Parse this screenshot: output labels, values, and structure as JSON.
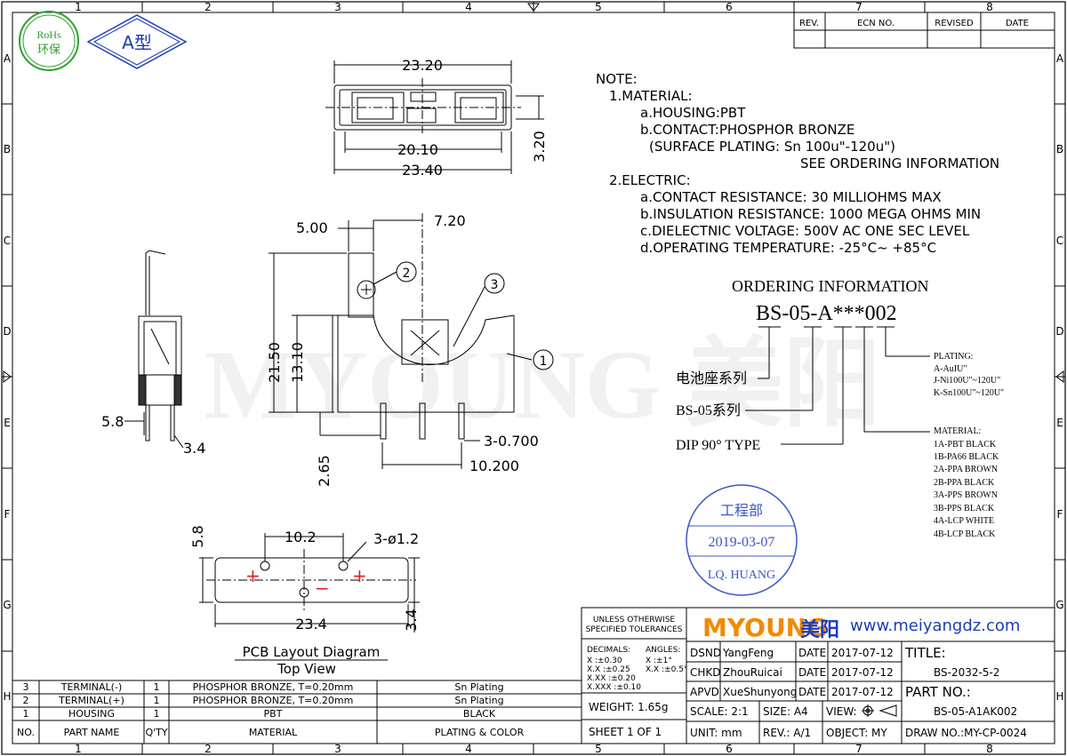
{
  "border": {
    "columns": [
      "1",
      "2",
      "3",
      "4",
      "5",
      "6",
      "7",
      "8"
    ],
    "rows": [
      "A",
      "B",
      "C",
      "D",
      "E",
      "F",
      "G",
      "H"
    ]
  },
  "badges": {
    "rohs_line1": "RoHs",
    "rohs_line2": "环保",
    "type": "A型"
  },
  "revision_table": {
    "headers": [
      "REV.",
      "ECN NO.",
      "REVISED",
      "DATE"
    ]
  },
  "top_view_dims": {
    "overall_top": "23.20",
    "inner": "20.10",
    "overall_bottom": "23.40",
    "height": "3.20"
  },
  "front_view_dims": {
    "d500": "5.00",
    "d720": "7.20",
    "d2150": "21.50",
    "d1310": "13.10",
    "d265": "2.65",
    "pins": "3-0.700",
    "d10200": "10.200"
  },
  "callouts": [
    "1",
    "2",
    "3"
  ],
  "side_view_dims": {
    "d58": "5.8",
    "d34": "3.4"
  },
  "pcb_dims": {
    "d102": "10.2",
    "holes": "3-ø1.2",
    "d58": "5.8",
    "d234": "23.4",
    "d34": "3.4",
    "plus1": "+",
    "minus": "−",
    "plus2": "+"
  },
  "pcb_caption": {
    "title": "PCB Layout Diagram",
    "subtitle": "Top View"
  },
  "notes": {
    "heading": "NOTE:",
    "material_heading": "1.MATERIAL:",
    "housing": "a.HOUSING:PBT",
    "contact": "b.CONTACT:PHOSPHOR BRONZE",
    "plating": "(SURFACE PLATING: Sn 100u\"-120u\")",
    "see": "SEE ORDERING INFORMATION",
    "electric_heading": "2.ELECTRIC:",
    "resistance": "a.CONTACT RESISTANCE: 30 MILLIOHMS MAX",
    "insulation": "b.INSULATION RESISTANCE: 1000 MEGA OHMS MIN",
    "voltage": "c.DIELECTNIC VOLTAGE: 500V AC ONE SEC LEVEL",
    "temperature": "d.OPERATING TEMPERATURE: -25°C~ +85°C"
  },
  "ordering": {
    "heading": "ORDERING INFORMATION",
    "code": "BS-05-A***002",
    "label1": "电池座系列",
    "label2": "BS-05系列",
    "label3": "DIP 90°  TYPE",
    "plating_title": "PLATING:",
    "plating_options": [
      "A-AuIU\"",
      "J-Ni100U\"~120U\"",
      "K-Sn100U\"~120U\""
    ],
    "material_title": "MATERIAL:",
    "material_options": [
      "1A-PBT BLACK",
      "1B-PA66 BLACK",
      "2A-PPA BROWN",
      "2B-PPA BLACK",
      "3A-PPS BROWN",
      "3B-PPS BLACK",
      "4A-LCP WHITE",
      "4B-LCP BLACK"
    ]
  },
  "stamp": {
    "dept": "工程部",
    "date": "2019-03-07",
    "name": "LQ. HUANG"
  },
  "bom": {
    "headers": [
      "NO.",
      "PART NAME",
      "Q'TY",
      "MATERIAL",
      "PLATING & COLOR"
    ],
    "rows": [
      [
        "3",
        "TERMINAL(-)",
        "1",
        "PHOSPHOR BRONZE, T=0.20mm",
        "Sn Plating"
      ],
      [
        "2",
        "TERMINAL(+)",
        "1",
        "PHOSPHOR BRONZE, T=0.20mm",
        "Sn Plating"
      ],
      [
        "1",
        "HOUSING",
        "1",
        "PBT",
        "BLACK"
      ]
    ]
  },
  "title_block": {
    "unless": "UNLESS OTHERWISE",
    "specified": "SPECIFIED TOLERANCES",
    "decimals_label": "DECIMALS:",
    "angles_label": "ANGLES:",
    "tol_lines": [
      "X    :±0.30",
      "X.X   :±0.25",
      "X.XX  :±0.20",
      "X.XXX :±0.10"
    ],
    "ang_lines": [
      "X  :±1°",
      "X.X :±0.5°"
    ],
    "weight": "WEIGHT:  1.65g",
    "sheet": "SHEET  1  OF  1",
    "brand": "MYOUNG",
    "brand_cn": "美阳",
    "website": "www.meiyangdz.com",
    "dsnd": "DSND",
    "dsnd_name": "YangFeng",
    "chkd": "CHKD",
    "chkd_name": "ZhouRuicai",
    "apvd": "APVD",
    "apvd_name": "XueShunyong",
    "date_label": "DATE",
    "date_value": "2017-07-12",
    "title_label": "TITLE:",
    "title_value": "BS-2032-5-2",
    "part_label": "PART  NO.:",
    "part_value": "BS-05-A1AK002",
    "scale": "SCALE:  2:1",
    "size": "SIZE:  A4",
    "view": "VIEW:",
    "unit": "UNIT:  mm",
    "rev": "REV.:  A/1",
    "object": "OBJECT:  MY",
    "draw": "DRAW  NO.:MY-CP-0024"
  },
  "colors": {
    "brand_orange": "#f08a00",
    "brand_blue": "#1e3db4",
    "stamp_blue": "#3b57c8",
    "red": "#e02020"
  }
}
